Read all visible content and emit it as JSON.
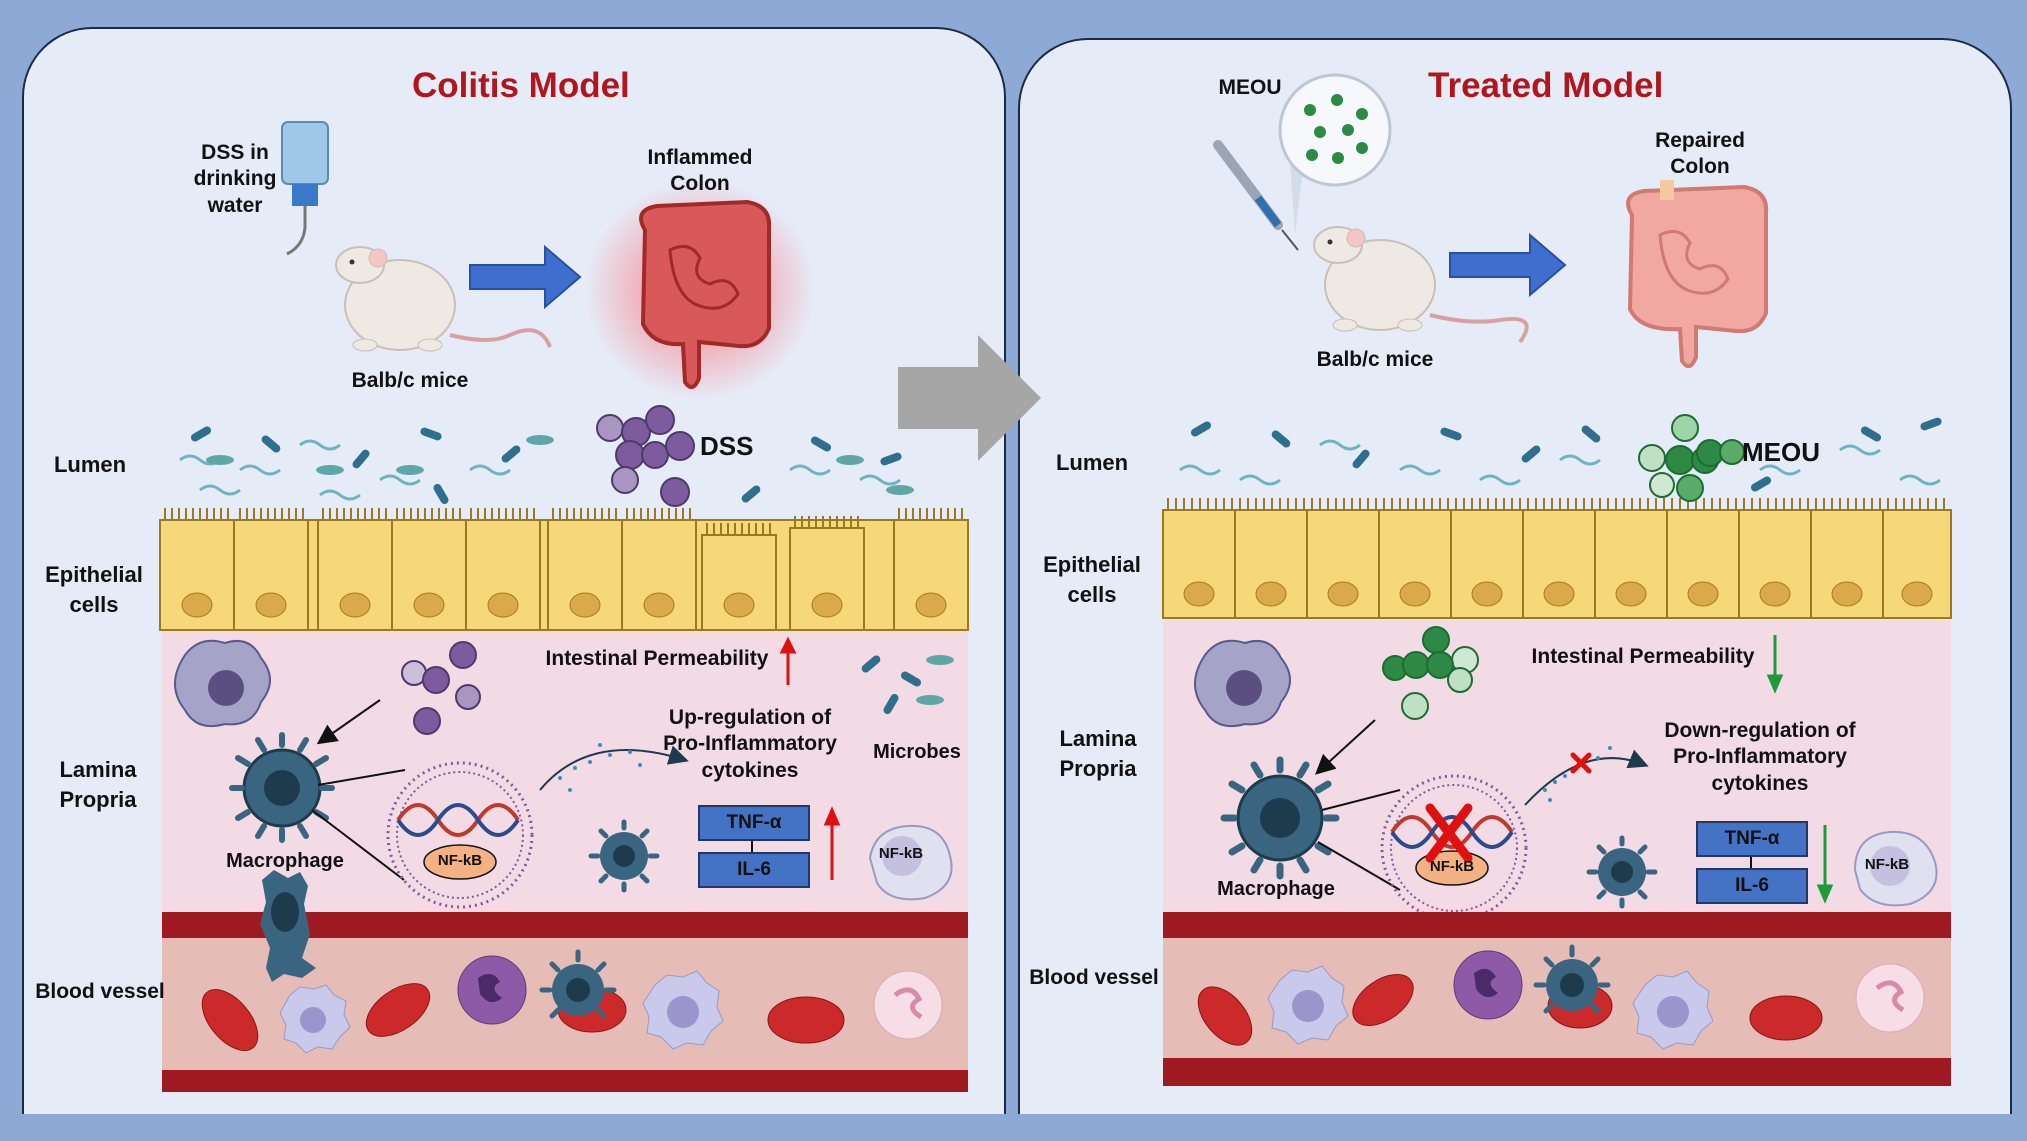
{
  "colors": {
    "background": "#8da9d6",
    "panel": "#e6ebf8",
    "title_red": "#b0161c",
    "arrow_blue": "#3e6fcf",
    "epithelium": "#f7d879",
    "lamina": "#f2dbe5",
    "vessel": "#9e1a20",
    "up_arrow": "#e01010",
    "down_arrow": "#1f9a3a"
  },
  "center_arrow_icon": "gray-right-arrow-icon",
  "left": {
    "title": "Colitis Model",
    "dss_source": "DSS in\ndrinking\nwater",
    "mouse_label": "Balb/c mice",
    "colon_label": "Inflammed\nColon",
    "particle_label": "DSS",
    "permeability": "Intestinal Permeability",
    "regulation": "Up-regulation of\nPro-Inflammatory\ncytokines",
    "microbes": "Microbes",
    "macrophage": "Macrophage",
    "nfkb": "NF-kB",
    "nfkb_cell": "NF-kB",
    "tnf": "TNF-α",
    "il6": "IL-6"
  },
  "right": {
    "title": "Treated Model",
    "drug": "MEOU",
    "colon_label": "Repaired\nColon",
    "mouse_label": "Balb/c mice",
    "particle_label": "MEOU",
    "permeability": "Intestinal Permeability",
    "regulation": "Down-regulation of\nPro-Inflammatory\ncytokines",
    "macrophage": "Macrophage",
    "nfkb": "NF-kB",
    "nfkb_cell": "NF-kB",
    "tnf": "TNF-α",
    "il6": "IL-6"
  },
  "layers": {
    "lumen": "Lumen",
    "epithelial": "Epithelial\ncells",
    "lamina": "Lamina\nPropria",
    "blood": "Blood vessel"
  }
}
